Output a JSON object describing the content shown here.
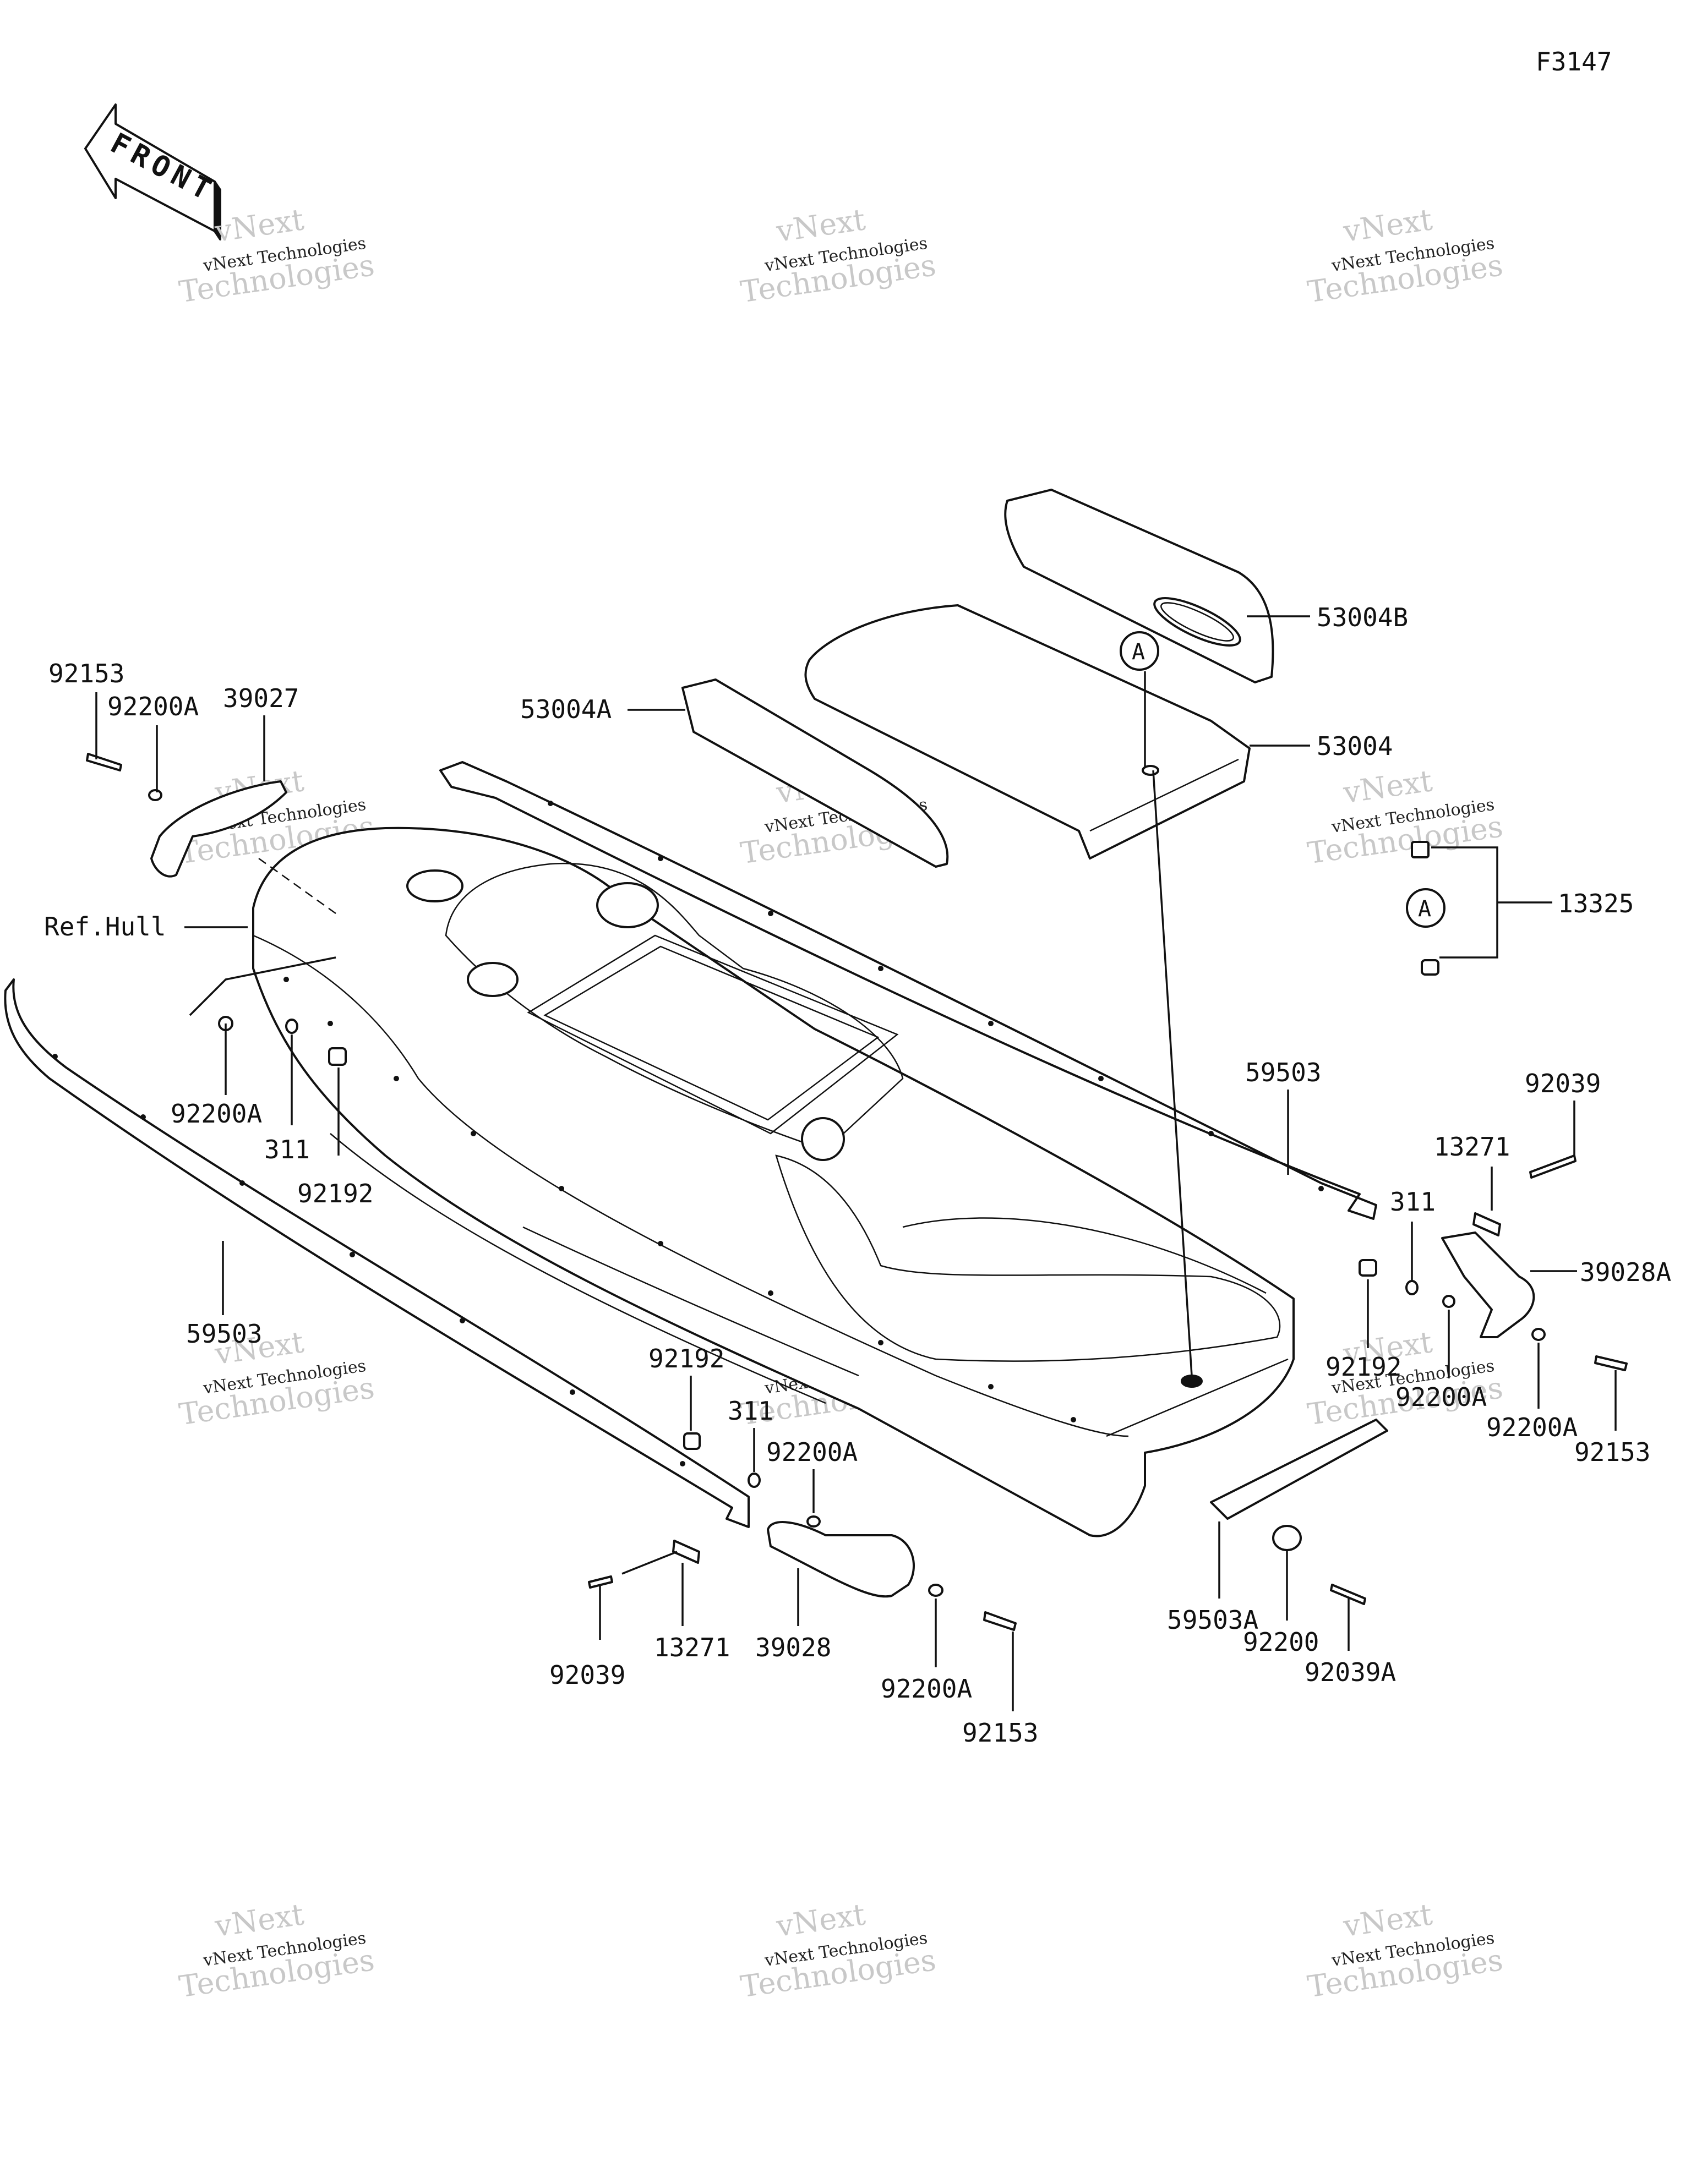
{
  "figure_code": "F3147",
  "front_label": "FRONT",
  "ref_hull_label": "Ref.Hull",
  "reference_marker": "A",
  "watermark": {
    "line1": "vNext",
    "line2": "vNext Technologies",
    "line3": "Technologies"
  },
  "part_labels": [
    "92153",
    "92200A",
    "39027",
    "53004A",
    "53004B",
    "53004",
    "13325",
    "92200A",
    "311",
    "92192",
    "59503",
    "59503",
    "92039",
    "13271",
    "311",
    "39028A",
    "92192",
    "92200A",
    "92200A",
    "92153",
    "92192",
    "311",
    "92200A",
    "92039",
    "13271",
    "39028",
    "92200A",
    "92153",
    "59503A",
    "92200",
    "92039A"
  ]
}
